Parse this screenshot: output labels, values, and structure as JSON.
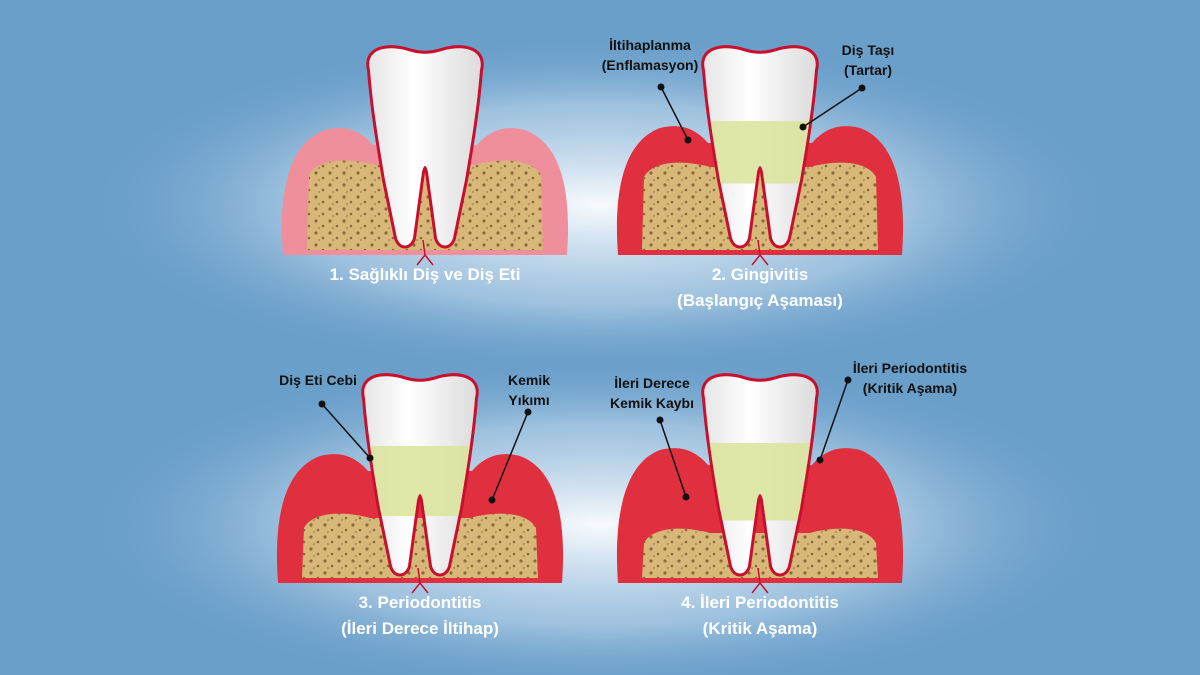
{
  "colors": {
    "background": "#6a9fca",
    "gum_healthy": "#ef8f9c",
    "gum_inflamed": "#e0303f",
    "bone": "#d8b878",
    "tooth": "#ffffff",
    "tartar": "#d9e39a"
  },
  "panels": [
    {
      "caption": [
        "1. Sağlıklı Diş ve Diş Eti"
      ],
      "labels": []
    },
    {
      "caption": [
        "2. Gingivitis",
        "(Başlangıç Aşaması)"
      ],
      "labels": [
        {
          "text": [
            "İltihaplanma",
            "(Enflamasyon)"
          ]
        },
        {
          "text": [
            "Diş Taşı",
            "(Tartar)"
          ]
        }
      ]
    },
    {
      "caption": [
        "3. Periodontitis",
        "(İleri Derece İltihap)"
      ],
      "labels": [
        {
          "text": [
            "Diş Eti Cebi"
          ]
        },
        {
          "text": [
            "Kemik",
            "Yıkımı"
          ]
        }
      ]
    },
    {
      "caption": [
        "4. İleri Periodontitis",
        "(Kritik Aşama)"
      ],
      "labels": [
        {
          "text": [
            "İleri Derece",
            "Kemik Kaybı"
          ]
        },
        {
          "text": [
            "İleri Periodontitis",
            "(Kritik Aşama)"
          ]
        }
      ]
    }
  ]
}
